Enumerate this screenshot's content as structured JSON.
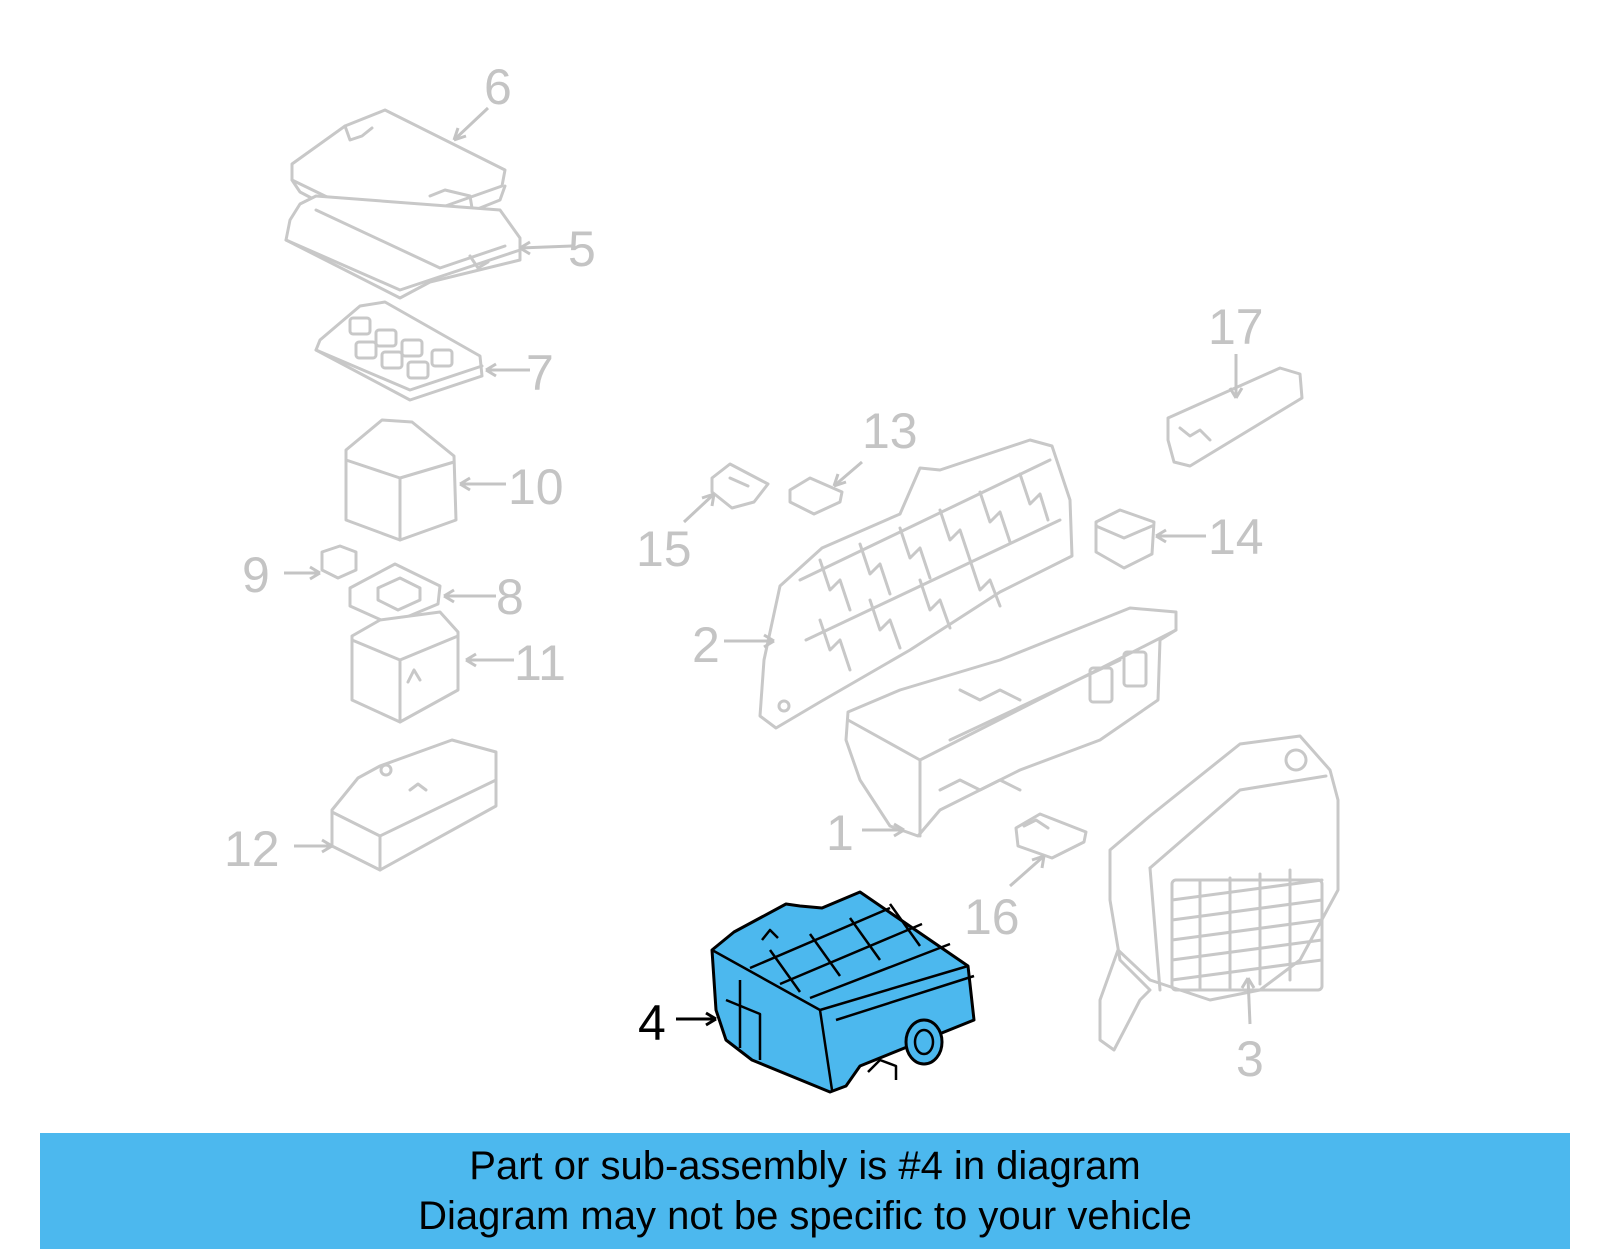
{
  "diagram": {
    "highlight_color": "#4cb8ee",
    "ghost_color": "#c8c8c8",
    "highlighted_part": "4",
    "callouts": {
      "c1": "1",
      "c2": "2",
      "c3": "3",
      "c4": "4",
      "c5": "5",
      "c6": "6",
      "c7": "7",
      "c8": "8",
      "c9": "9",
      "c10": "10",
      "c11": "11",
      "c12": "12",
      "c13": "13",
      "c14": "14",
      "c15": "15",
      "c16": "16",
      "c17": "17"
    }
  },
  "banner": {
    "line1": "Part or sub-assembly is #4 in diagram",
    "line2": "Diagram may not be specific to your vehicle"
  }
}
